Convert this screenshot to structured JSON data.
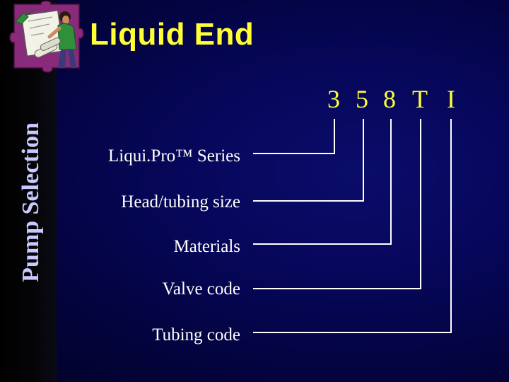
{
  "sidebar": {
    "title": "Pump Selection"
  },
  "logo": {
    "icon": "drafting-figure-puzzle-icon"
  },
  "header": {
    "title": "Liquid End"
  },
  "model_code": {
    "chars": [
      "3",
      "5",
      "8",
      "T",
      "I"
    ]
  },
  "fields": [
    {
      "label": "Liqui.Pro™ Series",
      "code_index": 0
    },
    {
      "label": "Head/tubing size",
      "code_index": 1
    },
    {
      "label": "Materials",
      "code_index": 2
    },
    {
      "label": "Valve code",
      "code_index": 3
    },
    {
      "label": "Tubing code",
      "code_index": 4
    }
  ],
  "colors": {
    "background": "#06075a",
    "title": "#ffff33",
    "sidebar_text": "#c9c9ff",
    "label_text": "#ffffff",
    "connector": "#ffffff"
  }
}
